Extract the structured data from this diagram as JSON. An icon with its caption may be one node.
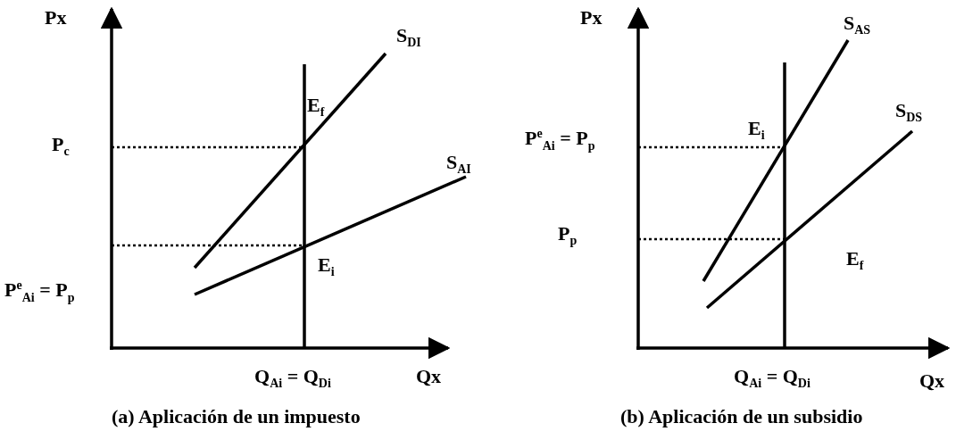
{
  "diagram": {
    "labels": [
      "Px",
      "S$_{DI}$",
      "E$_{f}$",
      "P$_{c}$",
      "S$_{AI}$",
      "E$_{i}$",
      "P$^{e}$$_{Ai}$ = P$_{p}$",
      "Q$_{Ai}$ = Q$_{Di}$",
      "Qx",
      "(a) Aplicación de un impuesto",
      "Px",
      "S$_{AS}$",
      "S$_{DS}$",
      "E$_{i}$",
      "P$^{e}$$_{Ai}$ = P$_{p}$",
      "P$_{p}$",
      "E$_{f}$",
      "Q$_{Ai}$ = Q$_{Di}$",
      "Qx",
      "(b) Aplicación de un subsidio"
    ]
  }
}
